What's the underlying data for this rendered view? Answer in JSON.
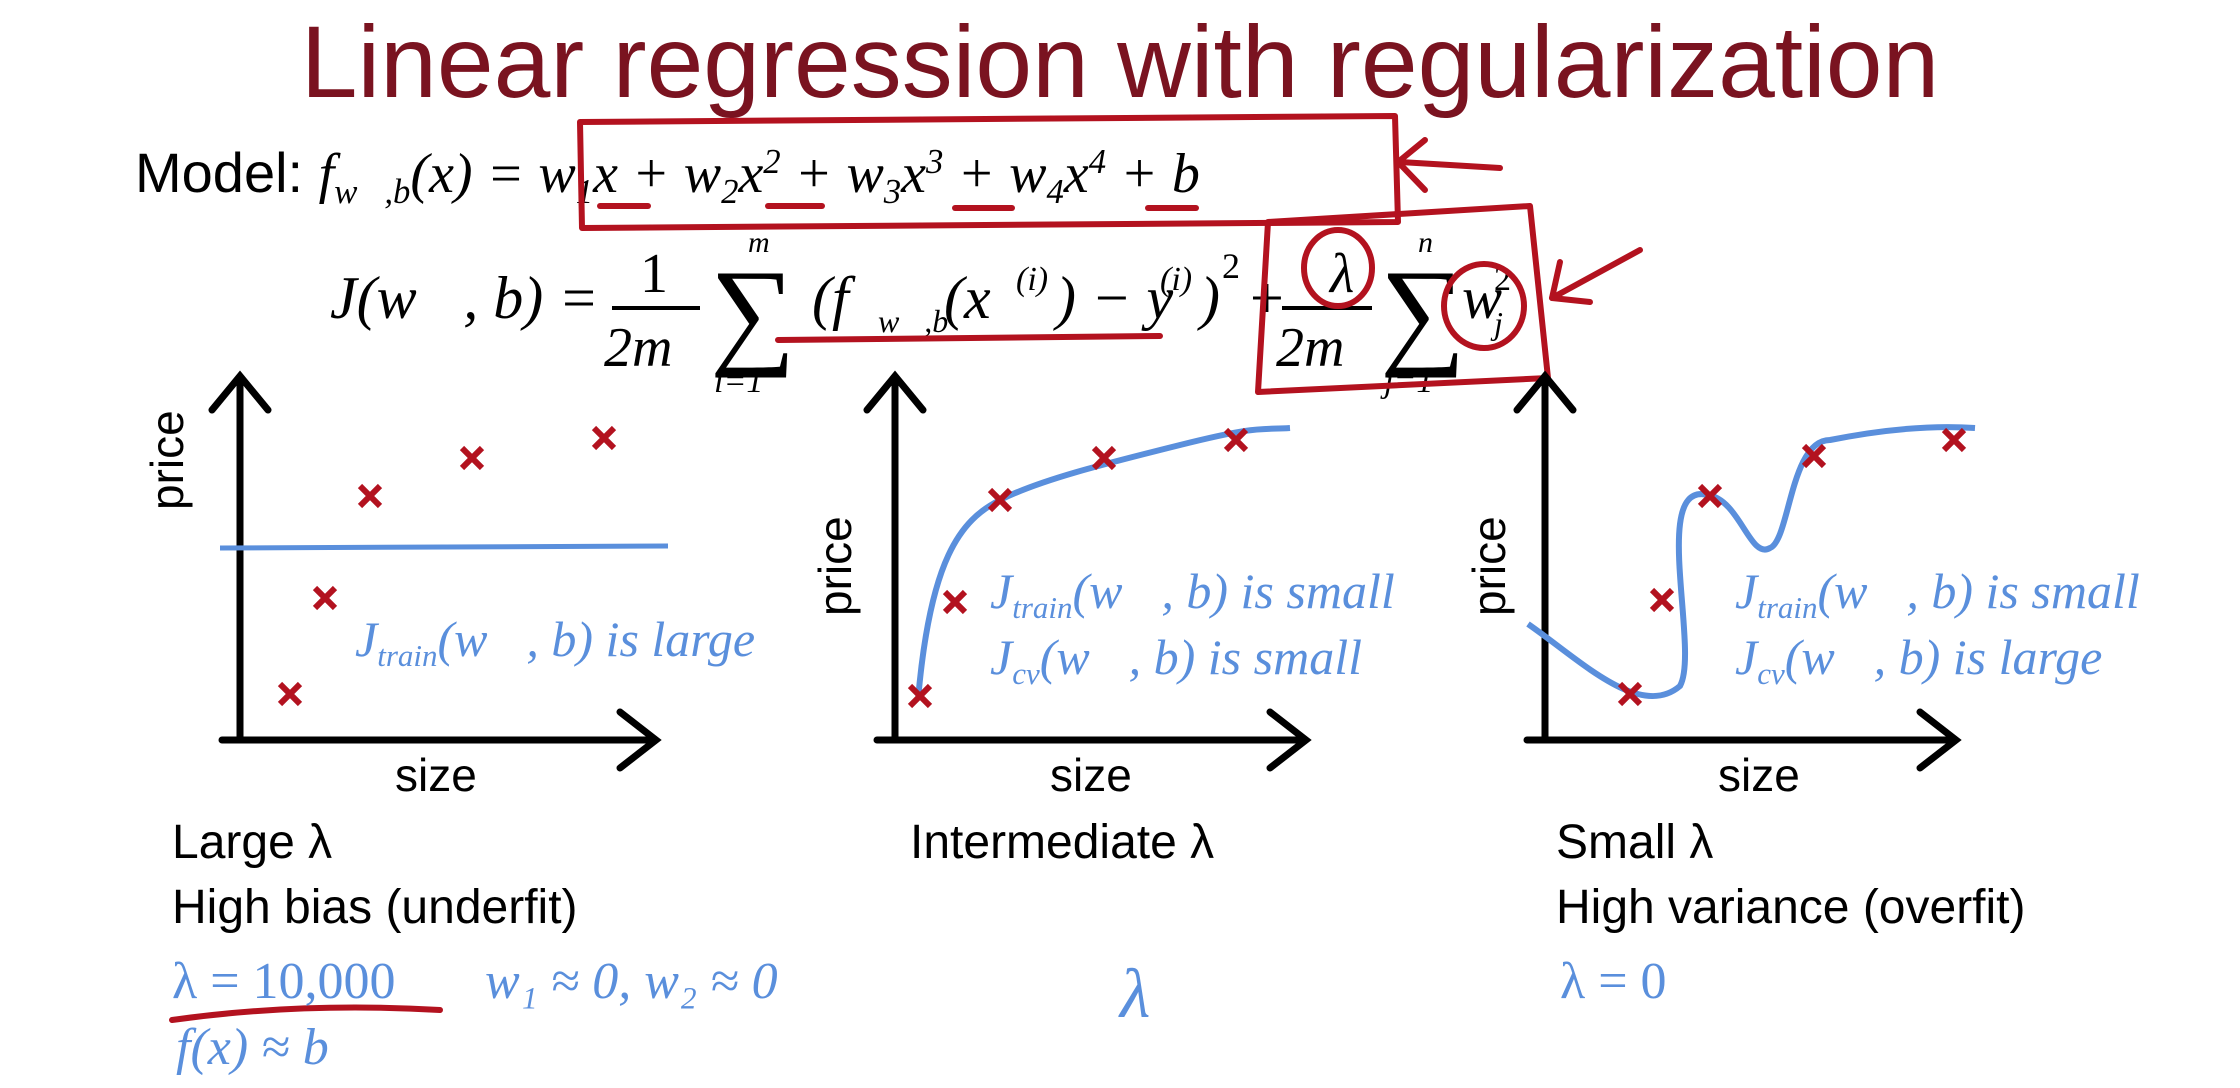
{
  "title": "Linear regression with regularization",
  "model": {
    "label": "Model:"
  },
  "annotations": {
    "red_color": "#b3121f",
    "blue_color": "#5a8fdc",
    "title_color": "#7a1320"
  },
  "plots": [
    {
      "ylabel": "price",
      "xlabel": "size",
      "note": "J_train(w,b) is large",
      "caption_line1": "Large λ",
      "caption_line2": "High bias (underfit)",
      "lambda_value": "λ = 10,000",
      "extra_note": "w₁ ≈ 0, w₂ ≈ 0",
      "approx_note": "f(x) ≈ b"
    },
    {
      "ylabel": "price",
      "xlabel": "size",
      "note1": "J_train(w,b) is small",
      "note2": "J_cv(w,b) is small",
      "caption_line1": "Intermediate λ",
      "lambda_symbol": "λ"
    },
    {
      "ylabel": "price",
      "xlabel": "size",
      "note1": "J_train(w,b) is small",
      "note2": "J_cv(w,b) is large",
      "caption_line1": "Small λ",
      "caption_line2": "High variance (overfit)",
      "lambda_value": "λ = 0"
    }
  ],
  "chart_data": [
    {
      "type": "scatter",
      "xlabel": "size",
      "ylabel": "price",
      "points": [
        [
          1,
          1
        ],
        [
          1.5,
          3.3
        ],
        [
          2.2,
          5.2
        ],
        [
          3.7,
          6.5
        ],
        [
          5.4,
          6.8
        ]
      ],
      "fit": "horizontal line"
    },
    {
      "type": "scatter",
      "xlabel": "size",
      "ylabel": "price",
      "points": [
        [
          0.5,
          1
        ],
        [
          1,
          3.6
        ],
        [
          1.8,
          5.5
        ],
        [
          3.2,
          6.4
        ],
        [
          4.8,
          6.9
        ]
      ],
      "fit": "smooth concave curve"
    },
    {
      "type": "scatter",
      "xlabel": "size",
      "ylabel": "price",
      "points": [
        [
          1,
          1
        ],
        [
          1.7,
          3.2
        ],
        [
          2.3,
          5.6
        ],
        [
          3.4,
          6.5
        ],
        [
          5,
          6.8
        ]
      ],
      "fit": "wiggly curve through all points"
    }
  ]
}
